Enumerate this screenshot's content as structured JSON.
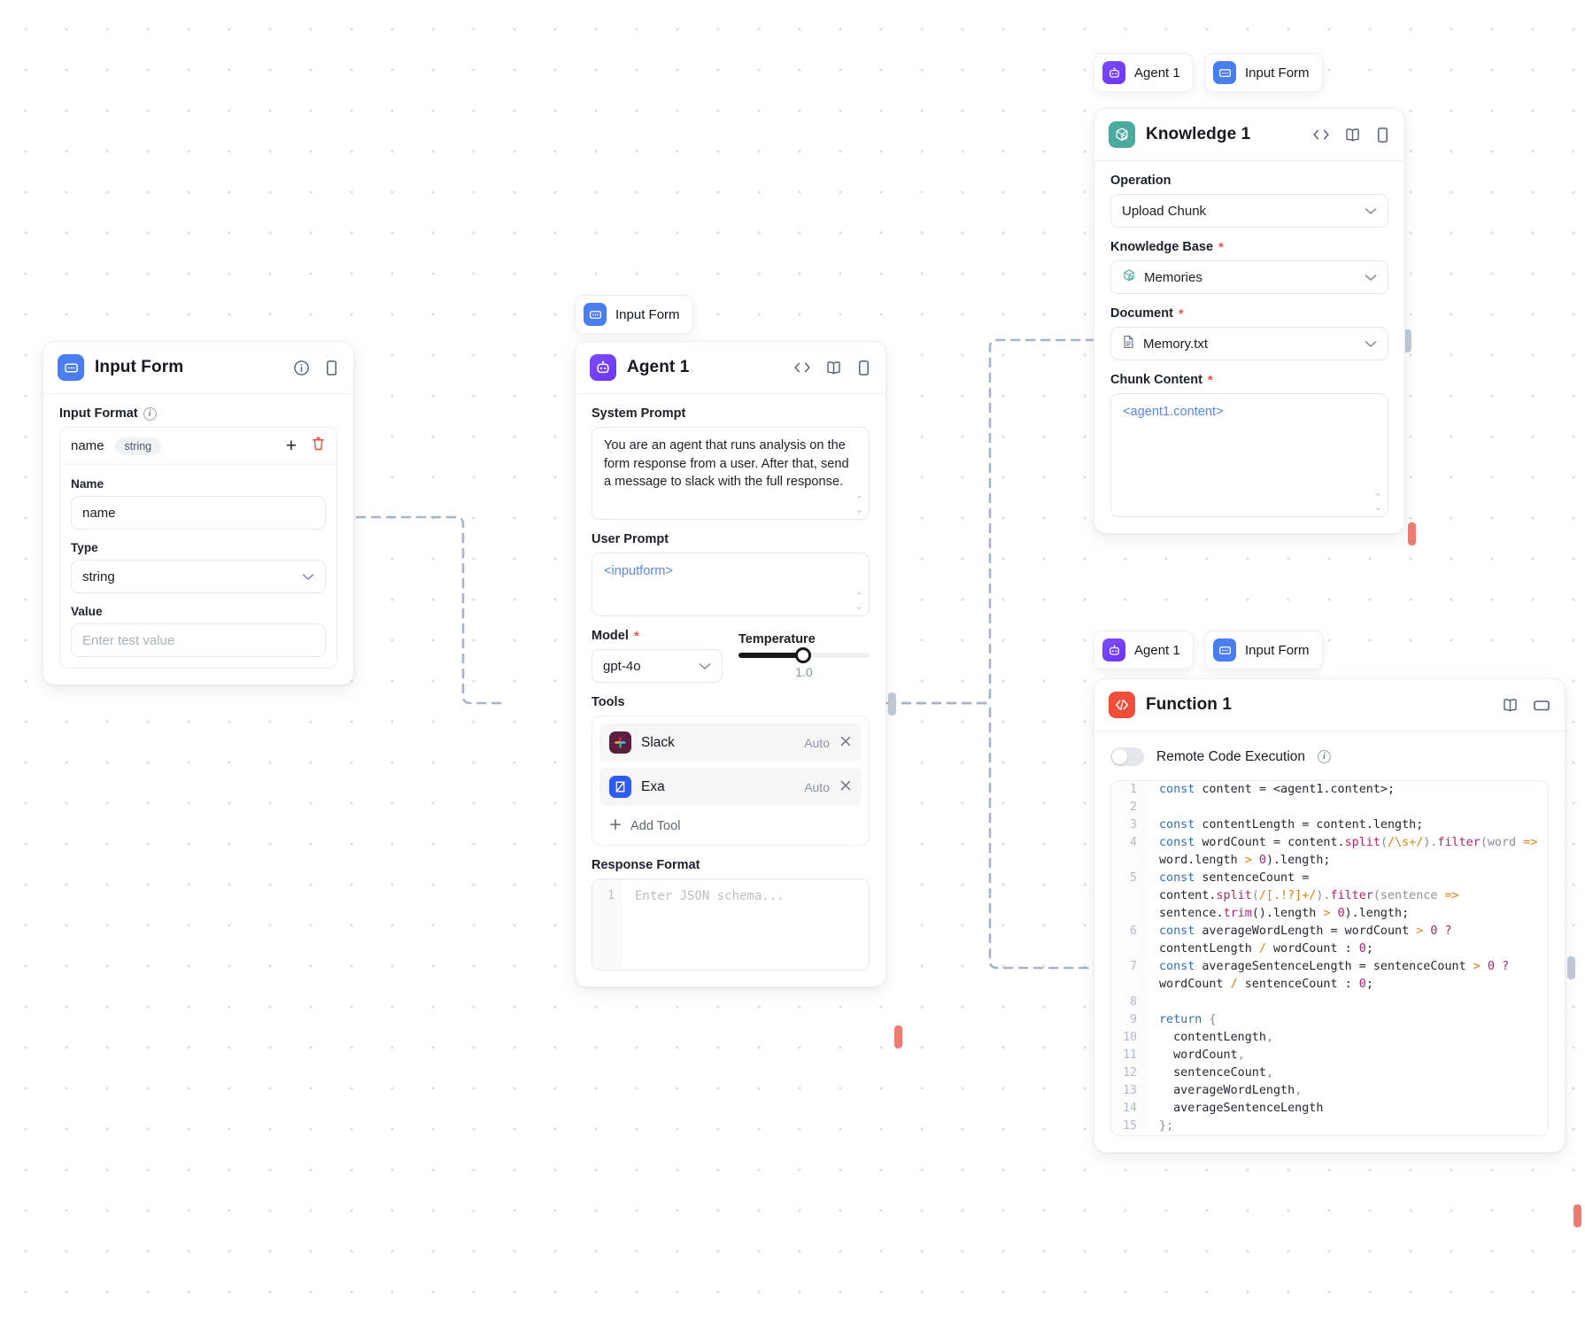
{
  "canvas": {
    "background": "#ffffff",
    "dot_color": "#d8dce3"
  },
  "colors": {
    "inputform": "#4a7ef0",
    "agent": "#6c35f5",
    "knowledge": "#4bab9e",
    "function": "#f04e38",
    "required": "#f0544a",
    "template_token": "#5b86e8",
    "handle_in": "#c3cad8",
    "handle_out": "#ef7c72"
  },
  "nodes": {
    "input_form": {
      "title": "Input Form",
      "icon": "input-form-icon",
      "header_icons": [
        "info-icon",
        "panel-icon"
      ],
      "section_label": "Input Format",
      "format_item": {
        "name": "name",
        "type_pill": "string"
      },
      "actions": {
        "add": "+",
        "delete": "trash-icon"
      },
      "fields": [
        {
          "label": "Name",
          "value": "name",
          "placeholder": ""
        },
        {
          "label": "Type",
          "value": "string",
          "kind": "select"
        },
        {
          "label": "Value",
          "value": "",
          "placeholder": "Enter test value"
        }
      ]
    },
    "agent": {
      "chip_label": "Input Form",
      "chip_icon": "input-form-icon",
      "title": "Agent 1",
      "icon": "agent-icon",
      "header_icons": [
        "code-icon",
        "book-icon",
        "panel-icon"
      ],
      "system_prompt_label": "System Prompt",
      "system_prompt": "You are an agent that runs analysis on the form response from a user. After that, send a message to slack with the full response.",
      "user_prompt_label": "User Prompt",
      "user_prompt": "<inputform>",
      "model_label": "Model",
      "model_required": true,
      "model_value": "gpt-4o",
      "temperature_label": "Temperature",
      "temperature_value": "1.0",
      "temperature_percent": 49,
      "tools_label": "Tools",
      "tools": [
        {
          "name": "Slack",
          "mode": "Auto",
          "icon": "slack-icon"
        },
        {
          "name": "Exa",
          "mode": "Auto",
          "icon": "exa-icon"
        }
      ],
      "add_tool_label": "Add Tool",
      "response_format_label": "Response Format",
      "response_format_line": "1",
      "response_format_placeholder": "Enter JSON schema..."
    },
    "knowledge": {
      "chips": [
        {
          "label": "Agent 1",
          "icon": "agent-icon"
        },
        {
          "label": "Input Form",
          "icon": "input-form-icon"
        }
      ],
      "title": "Knowledge 1",
      "icon": "knowledge-icon",
      "header_icons": [
        "code-icon",
        "book-icon",
        "panel-icon"
      ],
      "fields": [
        {
          "label": "Operation",
          "required": false,
          "value": "Upload Chunk",
          "kind": "select"
        },
        {
          "label": "Knowledge Base",
          "required": true,
          "value": "Memories",
          "kind": "select",
          "icon": "knowledge-small-icon"
        },
        {
          "label": "Document",
          "required": true,
          "value": "Memory.txt",
          "kind": "select",
          "icon": "document-icon"
        }
      ],
      "chunk_label": "Chunk Content",
      "chunk_required": true,
      "chunk_value": "<agent1.content>"
    },
    "function": {
      "chips": [
        {
          "label": "Agent 1",
          "icon": "agent-icon"
        },
        {
          "label": "Input Form",
          "icon": "input-form-icon"
        }
      ],
      "title": "Function 1",
      "icon": "function-icon",
      "header_icons": [
        "book-icon",
        "window-icon"
      ],
      "remote_label": "Remote Code Execution",
      "remote_enabled": false,
      "code_lines": [
        {
          "n": "1",
          "tokens": [
            {
              "t": "const",
              "c": "k"
            },
            {
              "t": " content = <agent1.content>;",
              "c": ""
            }
          ]
        },
        {
          "n": "2",
          "tokens": []
        },
        {
          "n": "3",
          "tokens": [
            {
              "t": "const",
              "c": "k"
            },
            {
              "t": " contentLength = content.length;",
              "c": ""
            }
          ]
        },
        {
          "n": "4",
          "tokens": [
            {
              "t": "const",
              "c": "k"
            },
            {
              "t": " wordCount = content.",
              "c": ""
            },
            {
              "t": "split",
              "c": "fn"
            },
            {
              "t": "(",
              "c": "pn"
            },
            {
              "t": "/\\s+/",
              "c": "rx"
            },
            {
              "t": ").",
              "c": "pn"
            },
            {
              "t": "filter",
              "c": "fn"
            },
            {
              "t": "(word ",
              "c": "pn"
            },
            {
              "t": "=>",
              "c": "op"
            },
            {
              "t": " word.length ",
              "c": ""
            },
            {
              "t": ">",
              "c": "op"
            },
            {
              "t": " ",
              "c": ""
            },
            {
              "t": "0",
              "c": "nm"
            },
            {
              "t": ").length;",
              "c": ""
            }
          ]
        },
        {
          "n": "5",
          "tokens": [
            {
              "t": "const",
              "c": "k"
            },
            {
              "t": " sentenceCount = content.",
              "c": ""
            },
            {
              "t": "split",
              "c": "fn"
            },
            {
              "t": "(",
              "c": "pn"
            },
            {
              "t": "/[.!?]+/",
              "c": "rx"
            },
            {
              "t": ").",
              "c": "pn"
            },
            {
              "t": "filter",
              "c": "fn"
            },
            {
              "t": "(sentence ",
              "c": "pn"
            },
            {
              "t": "=>",
              "c": "op"
            },
            {
              "t": " sentence.",
              "c": ""
            },
            {
              "t": "trim",
              "c": "fn"
            },
            {
              "t": "().length ",
              "c": ""
            },
            {
              "t": ">",
              "c": "op"
            },
            {
              "t": " ",
              "c": ""
            },
            {
              "t": "0",
              "c": "nm"
            },
            {
              "t": ").length;",
              "c": ""
            }
          ]
        },
        {
          "n": "6",
          "tokens": [
            {
              "t": "const",
              "c": "k"
            },
            {
              "t": " averageWordLength = wordCount ",
              "c": ""
            },
            {
              "t": ">",
              "c": "op"
            },
            {
              "t": " ",
              "c": ""
            },
            {
              "t": "0",
              "c": "nm"
            },
            {
              "t": " ",
              "c": ""
            },
            {
              "t": "?",
              "c": "nm"
            },
            {
              "t": " contentLength ",
              "c": ""
            },
            {
              "t": "/",
              "c": "op"
            },
            {
              "t": " wordCount ",
              "c": ""
            },
            {
              "t": ":",
              "c": ""
            },
            {
              "t": " ",
              "c": ""
            },
            {
              "t": "0",
              "c": "nm"
            },
            {
              "t": ";",
              "c": ""
            }
          ]
        },
        {
          "n": "7",
          "tokens": [
            {
              "t": "const",
              "c": "k"
            },
            {
              "t": " averageSentenceLength = sentenceCount ",
              "c": ""
            },
            {
              "t": ">",
              "c": "op"
            },
            {
              "t": " ",
              "c": ""
            },
            {
              "t": "0",
              "c": "nm"
            },
            {
              "t": " ",
              "c": ""
            },
            {
              "t": "?",
              "c": "nm"
            },
            {
              "t": " wordCount ",
              "c": ""
            },
            {
              "t": "/",
              "c": "op"
            },
            {
              "t": " sentenceCount ",
              "c": ""
            },
            {
              "t": ":",
              "c": ""
            },
            {
              "t": " ",
              "c": ""
            },
            {
              "t": "0",
              "c": "nm"
            },
            {
              "t": ";",
              "c": ""
            }
          ]
        },
        {
          "n": "8",
          "tokens": []
        },
        {
          "n": "9",
          "tokens": [
            {
              "t": "return",
              "c": "k"
            },
            {
              "t": " ",
              "c": ""
            },
            {
              "t": "{",
              "c": "pn"
            }
          ]
        },
        {
          "n": "10",
          "tokens": [
            {
              "t": "  contentLength",
              "c": ""
            },
            {
              "t": ",",
              "c": "pn"
            }
          ]
        },
        {
          "n": "11",
          "tokens": [
            {
              "t": "  wordCount",
              "c": ""
            },
            {
              "t": ",",
              "c": "pn"
            }
          ]
        },
        {
          "n": "12",
          "tokens": [
            {
              "t": "  sentenceCount",
              "c": ""
            },
            {
              "t": ",",
              "c": "pn"
            }
          ]
        },
        {
          "n": "13",
          "tokens": [
            {
              "t": "  averageWordLength",
              "c": ""
            },
            {
              "t": ",",
              "c": "pn"
            }
          ]
        },
        {
          "n": "14",
          "tokens": [
            {
              "t": "  averageSentenceLength",
              "c": ""
            }
          ]
        },
        {
          "n": "15",
          "tokens": [
            {
              "t": "}",
              "c": "pn"
            },
            {
              "t": ";",
              "c": "pn"
            }
          ]
        }
      ]
    }
  }
}
